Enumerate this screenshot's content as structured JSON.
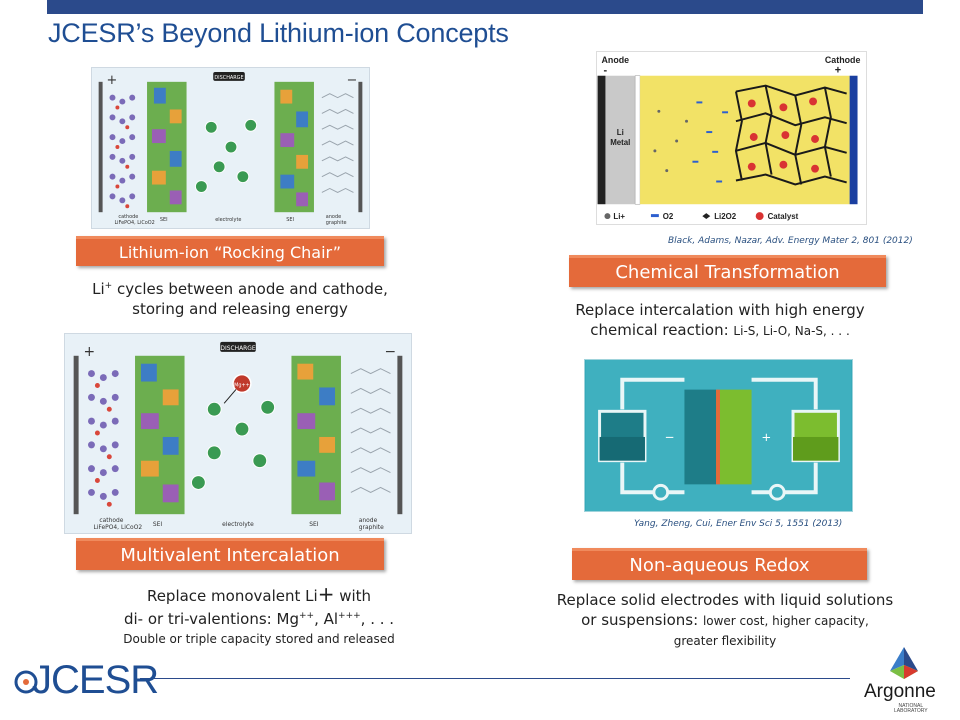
{
  "slide": {
    "title": "JCESR’s Beyond Lithium-ion Concepts"
  },
  "concepts": [
    {
      "heading": "Lithium-ion “Rocking Chair”",
      "line1_pre": "Li",
      "line1_sup": "+",
      "line1_post": " cycles between anode and cathode,",
      "line2": "storing and releasing energy",
      "figure": {
        "top_label": "DISCHARGE",
        "plus": "+",
        "minus": "−",
        "bottom_labels": [
          "cathode",
          "LiFePO4, LiCoO2",
          "SEI",
          "electrolyte",
          "SEI",
          "anode",
          "graphite"
        ]
      }
    },
    {
      "heading": "Multivalent Intercalation",
      "line1_pre": "Replace monovalent Li",
      "line1_big": "+",
      "line1_post": " with",
      "line2_pre": "di- or tri-valentions: Mg",
      "line2_sup1": "++",
      "line2_mid": ", Al",
      "line2_sup2": "+++",
      "line2_post": ", . . .",
      "line3": "Double or triple capacity stored and released",
      "figure": {
        "top_label": "DISCHARGE",
        "plus": "+",
        "minus": "−",
        "ion_label": "Mg++",
        "bottom_labels": [
          "cathode",
          "LiFePO4, LiCoO2",
          "SEI",
          "electrolyte",
          "SEI",
          "anode",
          "graphite"
        ]
      }
    },
    {
      "heading": "Chemical Transformation",
      "line1": "Replace intercalation with high energy",
      "line2_pre": "chemical reaction: ",
      "line2_small": "Li-S, Li-O, Na-S, . . .",
      "citation": "Black, Adams, Nazar, Adv. Energy Mater 2, 801 (2012)",
      "figure": {
        "anode_label": "Anode",
        "anode_sign": "-",
        "cathode_label": "Cathode",
        "cathode_sign": "+",
        "metal_label_1": "Li",
        "metal_label_2": "Metal",
        "legend": [
          "Li+",
          "O2",
          "Li2O2",
          "Catalyst"
        ]
      }
    },
    {
      "heading": "Non-aqueous Redox",
      "line1": "Replace solid electrodes with liquid solutions",
      "line2_pre": "or suspensions: ",
      "line2_small": "lower cost, higher capacity,",
      "line3": "greater flexibility",
      "citation": "Yang, Zheng, Cui, Ener Env Sci 5, 1551 (2013)",
      "figure": {
        "minus": "−",
        "plus": "+"
      }
    }
  ],
  "footer": {
    "left_logo": "JCESR",
    "right_logo": "Argonne",
    "right_logo_sub_1": "NATIONAL",
    "right_logo_sub_2": "LABORATORY"
  },
  "colors": {
    "title": "#1f4e93",
    "tag": "#e46a3a",
    "top_bar": "#2b4a8b",
    "citation": "#2a5080"
  }
}
